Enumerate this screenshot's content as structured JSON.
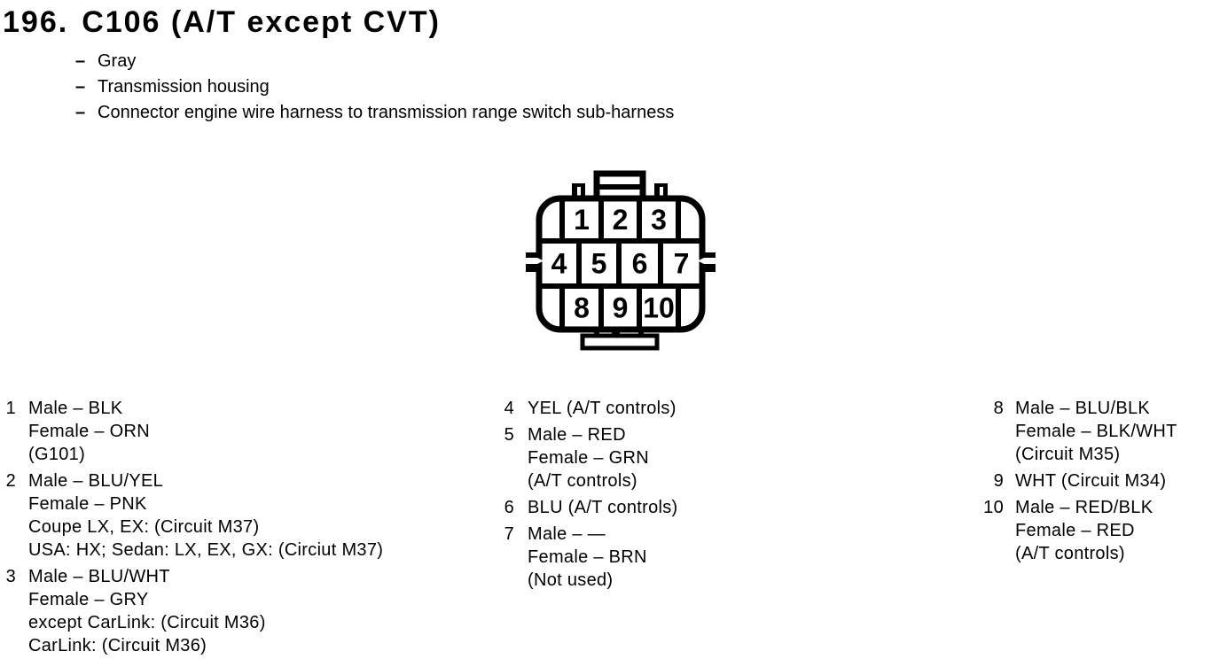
{
  "colors": {
    "ink": "#000000",
    "paper": "#ffffff"
  },
  "header": {
    "section_number": "196.",
    "title": "C106 (A/T except CVT)",
    "bullet_dash": "–",
    "bullets": [
      "Gray",
      "Transmission housing",
      "Connector engine wire harness to transmission range switch sub-harness"
    ]
  },
  "connector": {
    "description": "10-cavity connector face view",
    "rows": [
      [
        "1",
        "2",
        "3"
      ],
      [
        "4",
        "5",
        "6",
        "7"
      ],
      [
        "8",
        "9",
        "10"
      ]
    ]
  },
  "pins": {
    "col1": [
      {
        "number": "1",
        "lines": [
          "Male – BLK",
          "Female – ORN",
          "(G101)"
        ]
      },
      {
        "number": "2",
        "lines": [
          "Male – BLU/YEL",
          "Female – PNK",
          "Coupe LX, EX: (Circuit M37)",
          "USA: HX; Sedan: LX, EX, GX: (Circiut M37)"
        ]
      },
      {
        "number": "3",
        "lines": [
          "Male – BLU/WHT",
          "Female – GRY",
          "except CarLink: (Circuit M36)",
          "CarLink: (Circuit M36)"
        ]
      }
    ],
    "col2": [
      {
        "number": "4",
        "lines": [
          "YEL (A/T controls)"
        ]
      },
      {
        "number": "5",
        "lines": [
          "Male – RED",
          "Female – GRN",
          "(A/T controls)"
        ]
      },
      {
        "number": "6",
        "lines": [
          "BLU (A/T controls)"
        ]
      },
      {
        "number": "7",
        "lines": [
          "Male – —",
          "Female – BRN",
          "(Not used)"
        ]
      }
    ],
    "col3": [
      {
        "number": "8",
        "lines": [
          "Male – BLU/BLK",
          "Female – BLK/WHT",
          "(Circuit M35)"
        ]
      },
      {
        "number": "9",
        "lines": [
          "WHT (Circuit M34)"
        ]
      },
      {
        "number": "10",
        "lines": [
          "Male – RED/BLK",
          "Female – RED",
          "(A/T controls)"
        ]
      }
    ]
  }
}
